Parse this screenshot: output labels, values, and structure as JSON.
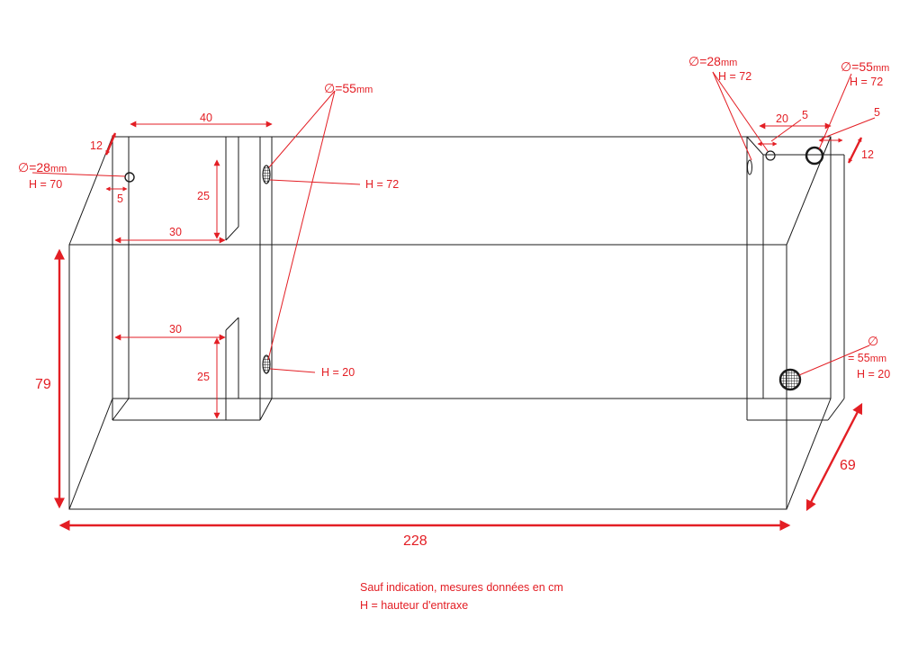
{
  "colors": {
    "lines": "#1a1a1a",
    "dimensions": "#e31e24",
    "background": "#ffffff"
  },
  "dimensions": {
    "length": "228",
    "height": "79",
    "depth": "69",
    "top_left_width": "40",
    "top_left_depth": "12",
    "top_right_depth": "12",
    "top_right_width": "20",
    "top_right_offset_a": "5",
    "top_right_offset_b": "5",
    "upper_slot_depth": "30",
    "lower_slot_depth": "30",
    "upper_slot_height": "25",
    "lower_slot_height": "25",
    "left_hole_offset": "5"
  },
  "callouts": {
    "left_hole": {
      "diameter": "∅=28",
      "unit": "mm",
      "height": "H = 70"
    },
    "center_holes": {
      "diameter": "∅=55",
      "unit": "mm",
      "height_upper": "H = 72",
      "height_lower": "H = 20"
    },
    "right_small_hole": {
      "diameter": "∅=28",
      "unit": "mm",
      "height": "H = 72"
    },
    "right_large_hole": {
      "diameter": "∅=55",
      "unit": "mm",
      "height": "H = 72"
    },
    "right_lower_hole": {
      "diameter_symbol": "∅",
      "diameter": "= 55",
      "unit": "mm",
      "height": "H = 20"
    }
  },
  "notes": {
    "line1": "Sauf indication, mesures données en cm",
    "line2": "H = hauteur d'entraxe"
  }
}
